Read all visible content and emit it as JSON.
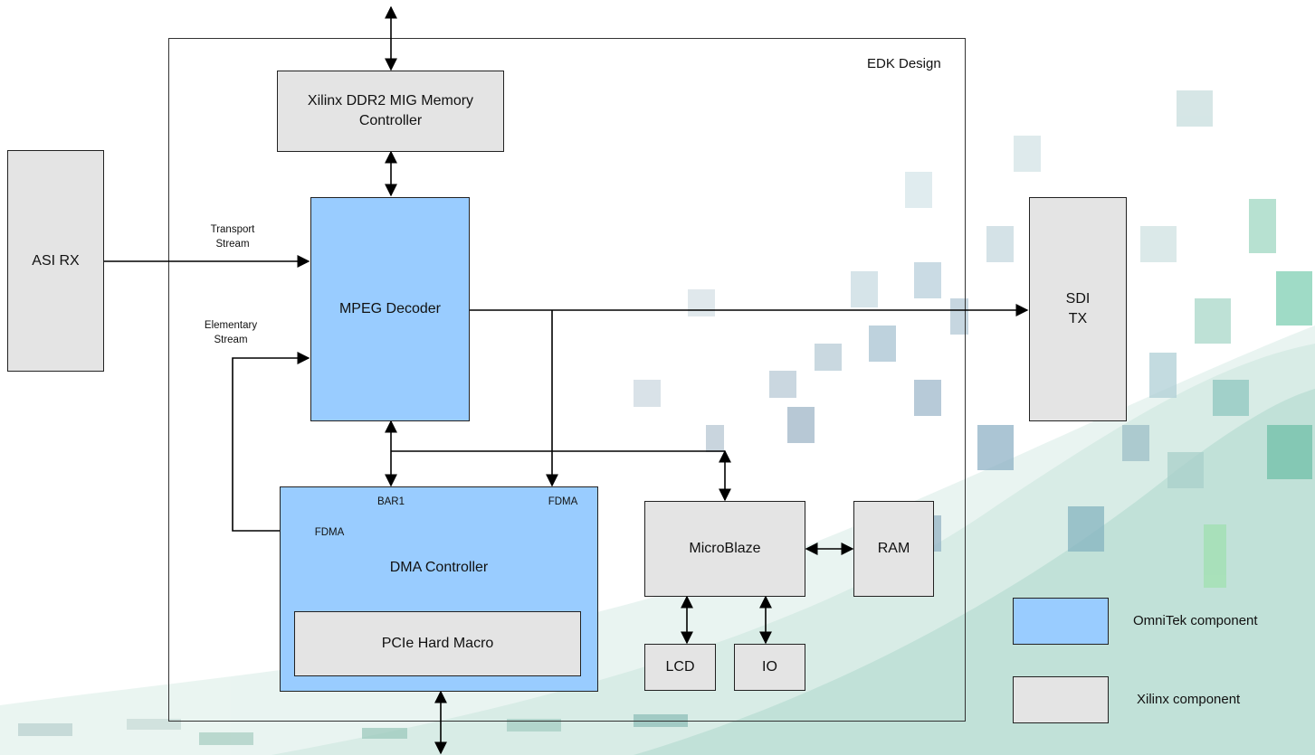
{
  "frame": {
    "title": "EDK Design"
  },
  "blocks": {
    "memory_controller": "Xilinx DDR2 MIG Memory\nController",
    "asi_rx": "ASI RX",
    "mpeg_decoder": "MPEG Decoder",
    "sdi_tx": "SDI\nTX",
    "dma_controller": "DMA Controller",
    "pcie_hard_macro": "PCIe Hard Macro",
    "microblaze": "MicroBlaze",
    "ram": "RAM",
    "lcd": "LCD",
    "io": "IO"
  },
  "labels": {
    "transport_stream": "Transport\nStream",
    "elementary_stream": "Elementary\nStream",
    "bar1": "BAR1",
    "fdma_right": "FDMA",
    "fdma_left": "FDMA"
  },
  "legend": {
    "omnitek": {
      "label": "OmniTek component",
      "color": "#99ccff"
    },
    "xilinx": {
      "label": "Xilinx component",
      "color": "#e4e4e4"
    }
  }
}
